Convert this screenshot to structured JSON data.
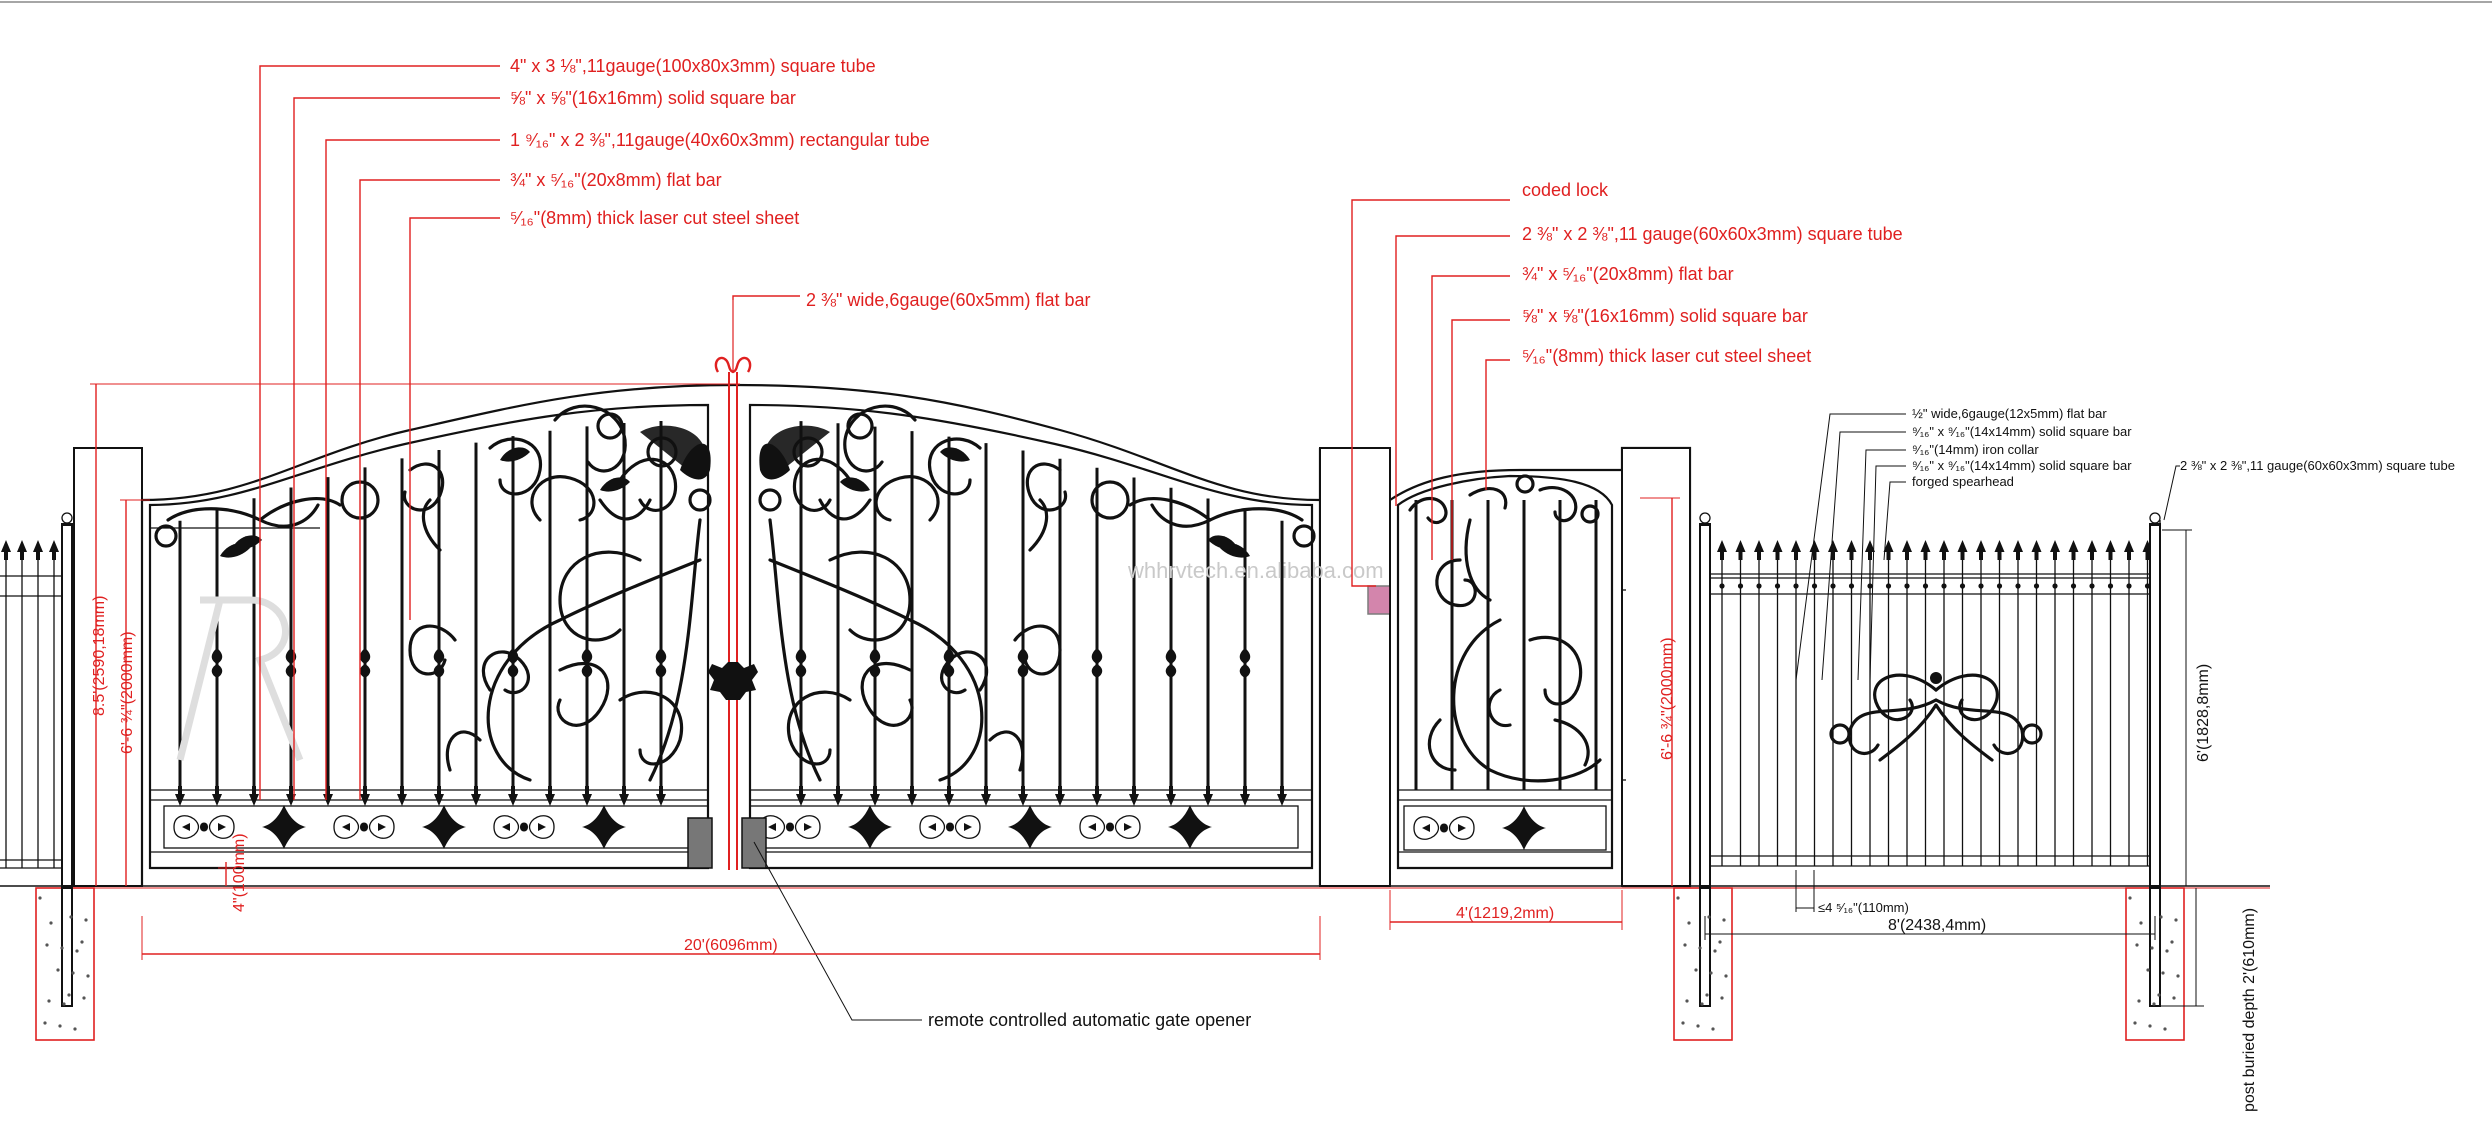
{
  "callouts_left": [
    "4\" x 3 ⅛\",11gauge(100x80x3mm) square tube",
    "⅝\" x ⅝\"(16x16mm) solid square bar",
    "1 ⁹⁄₁₆\" x 2 ⅜\",11gauge(40x60x3mm) rectangular tube",
    "¾\" x ⁵⁄₁₆\"(20x8mm) flat bar",
    "⁵⁄₁₆\"(8mm) thick laser cut steel sheet"
  ],
  "callout_center": "2 ⅜\" wide,6gauge(60x5mm) flat bar",
  "callouts_right": [
    "coded lock",
    "2 ⅜\" x 2 ⅜\",11 gauge(60x60x3mm) square tube",
    "¾\" x ⁵⁄₁₆\"(20x8mm) flat bar",
    "⅝\" x ⅝\"(16x16mm) solid square bar",
    "⁵⁄₁₆\"(8mm) thick laser cut steel sheet"
  ],
  "callouts_fence": [
    "½\" wide,6gauge(12x5mm) flat bar",
    "⁹⁄₁₆\" x ⁹⁄₁₆\"(14x14mm) solid square bar",
    "⁹⁄₁₆\"(14mm) iron collar",
    "⁹⁄₁₆\" x ⁹⁄₁₆\"(14x14mm) solid square bar",
    "forged spearhead"
  ],
  "callout_fence_post": "2 ⅜\" x 2 ⅜\",11 gauge(60x60x3mm) square tube",
  "callout_opener": "remote controlled automatic gate opener",
  "dimensions": {
    "overall_height": "8.5'(2590,18mm)",
    "gate_height": "6'-6 ¾\"(2000mm)",
    "bottom_clearance": "4\"(100mm)",
    "double_gate_width": "20'(6096mm)",
    "pedestrian_gate_height": "6'-6 ¾\"(2000mm)",
    "pedestrian_gate_width": "4'(1219,2mm)",
    "fence_height": "6'(1828,8mm)",
    "picket_spacing": "≤4 ⁵⁄₁₆\"(110mm)",
    "fence_panel_width": "8'(2438,4mm)",
    "post_depth": "post buried depth 2'(610mm)"
  },
  "watermark": "whhrvtech.en.alibaba.com",
  "colors": {
    "dimension": "#e02020",
    "line": "#111111",
    "background": "#ffffff"
  }
}
